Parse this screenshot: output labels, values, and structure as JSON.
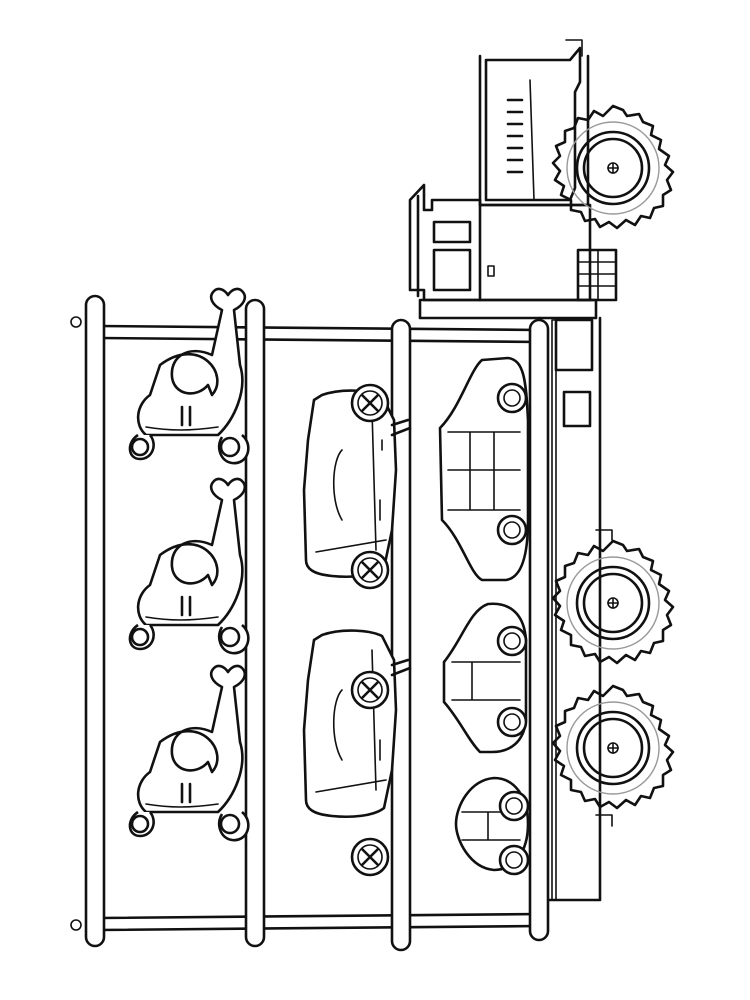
{
  "image": {
    "subject": "car-transporter-truck-line-drawing",
    "style": "black-outline-on-white",
    "colors": {
      "line": "#111111",
      "background": "#ffffff",
      "shading": "#999999"
    },
    "orientation": "rotated-90-degrees",
    "cargo": {
      "decks": 3,
      "rocket_cars_on_top_deck": 3,
      "convertibles_on_middle_deck": 2,
      "sedans_on_bottom_deck": 3
    },
    "truck": {
      "wheels": 3,
      "cab_vent_slots": 7
    }
  }
}
